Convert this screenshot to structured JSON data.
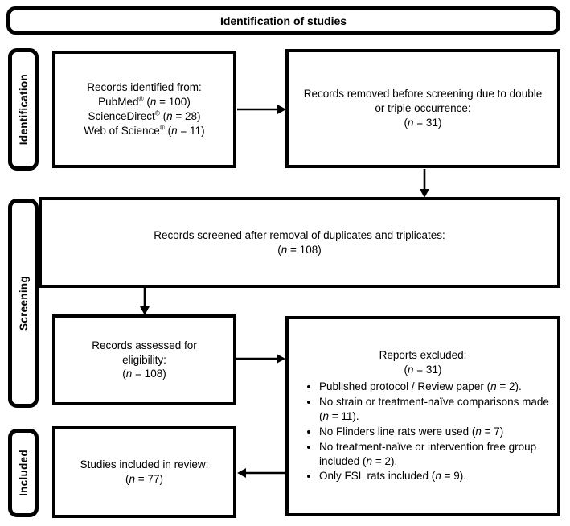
{
  "banner": {
    "title": "Identification of studies"
  },
  "colors": {
    "border": "#000000",
    "background": "#ffffff",
    "text": "#000000"
  },
  "sidebar": {
    "identification_label": "Identification",
    "screening_label": "Screening",
    "included_label": "Included"
  },
  "boxes": {
    "identified": {
      "lines": [
        "Records identified from:",
        "PubMed® (n = 100)",
        "ScienceDirect® (n = 28)",
        "Web of Science® (n = 11)"
      ]
    },
    "removed": {
      "text": "Records removed before screening due to double or triple occurrence:",
      "count": "(n = 31)"
    },
    "screened": {
      "text": "Records screened after removal of duplicates and triplicates:",
      "count": "(n = 108)"
    },
    "assessed": {
      "text": "Records assessed for eligibility:",
      "count": "(n = 108)"
    },
    "excluded": {
      "title": "Reports excluded:",
      "count": "(n = 31)",
      "bullets": [
        "Published protocol / Review paper (n = 2).",
        "No strain or treatment-naïve comparisons made (n = 11).",
        "No Flinders line rats were used (n = 7)",
        "No treatment-naïve or intervention free group included (n = 2).",
        "Only FSL rats included (n = 9)."
      ]
    },
    "included": {
      "text": "Studies included in review:",
      "count": "(n = 77)"
    }
  }
}
